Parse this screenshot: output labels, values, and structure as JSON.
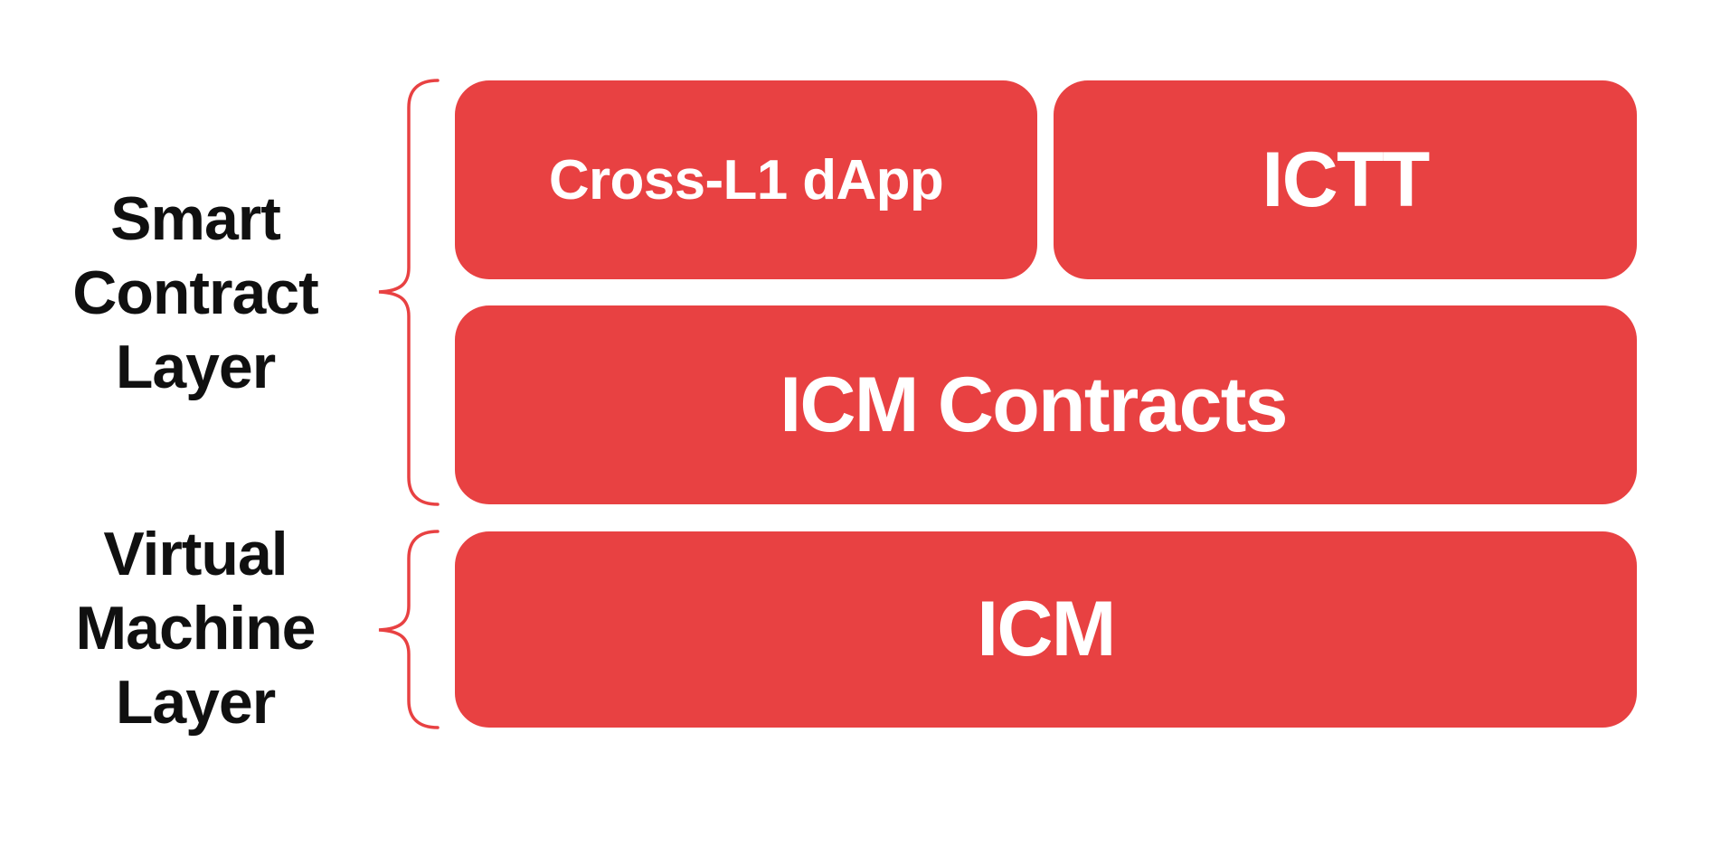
{
  "colors": {
    "box_red": "#E84142",
    "brace_red": "#E84142",
    "label_black": "#101010",
    "box_text": "#FFFFFF",
    "background": "#FFFFFF"
  },
  "layer_labels": [
    {
      "id": "smart-contract-layer",
      "lines": [
        "Smart",
        "Contract",
        "Layer"
      ]
    },
    {
      "id": "virtual-machine-layer",
      "lines": [
        "Virtual",
        "Machine",
        "Layer"
      ]
    }
  ],
  "boxes": [
    {
      "id": "cross-l1-dapp",
      "label": "Cross-L1 dApp"
    },
    {
      "id": "ictt",
      "label": "ICTT"
    },
    {
      "id": "icm-contracts",
      "label": "ICM Contracts"
    },
    {
      "id": "icm",
      "label": "ICM"
    }
  ]
}
